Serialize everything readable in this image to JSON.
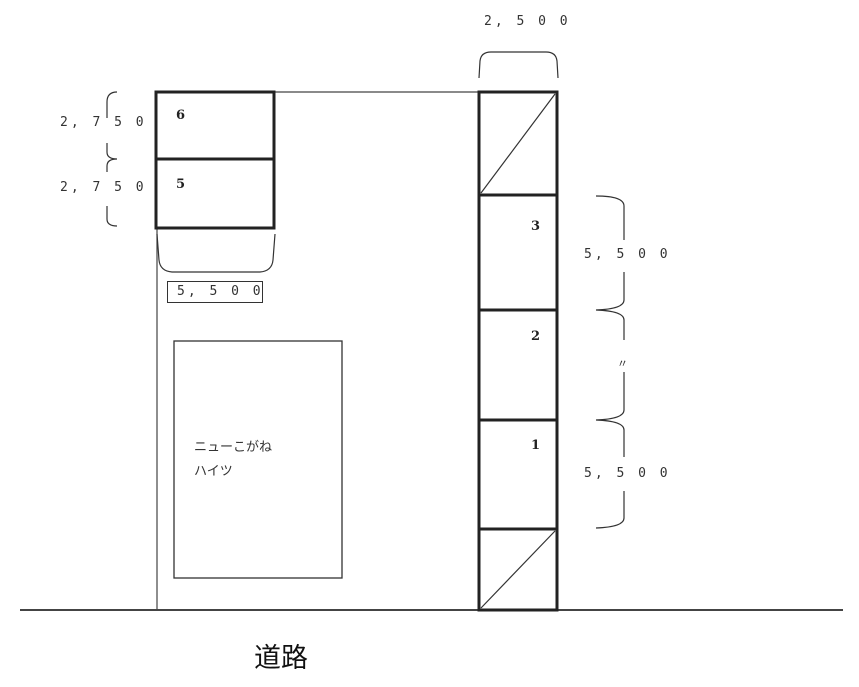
{
  "diagram": {
    "type": "parking-lot-layout",
    "road_label": "道路",
    "building": {
      "name_line1": "ニューこがね",
      "name_line2": "ハイツ"
    },
    "left_spaces": [
      {
        "number": "6",
        "depth": "2, 7 5 0"
      },
      {
        "number": "5",
        "depth": "2, 7 5 0"
      }
    ],
    "left_width_label": "5, 5 0 0",
    "right_column_width_label": "2, 5 0 0",
    "right_spaces": [
      {
        "number": "3",
        "length": "5, 5 0 0"
      },
      {
        "number": "2",
        "length": "〃"
      },
      {
        "number": "1",
        "length": "5, 5 0 0"
      }
    ],
    "hatched_cells": [
      "top",
      "bottom"
    ],
    "colors": {
      "line": "#222222",
      "background": "#ffffff"
    }
  }
}
